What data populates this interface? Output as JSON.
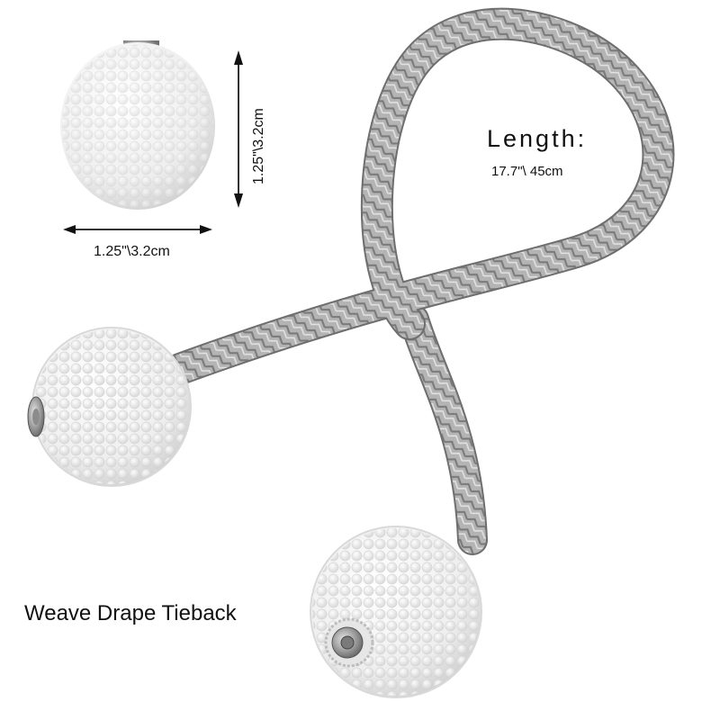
{
  "product": {
    "name": "Weave Drape Tieback",
    "rope_color": "#a9a9a9",
    "pearl_color": "#f4f4f4",
    "magnet_color": "#9a9a9a"
  },
  "length": {
    "title": "Length:",
    "value": "17.7\"\\ 45cm"
  },
  "ball_dimensions": {
    "width_label": "1.25\"\\3.2cm",
    "height_label": "1.25\"\\3.2cm"
  }
}
